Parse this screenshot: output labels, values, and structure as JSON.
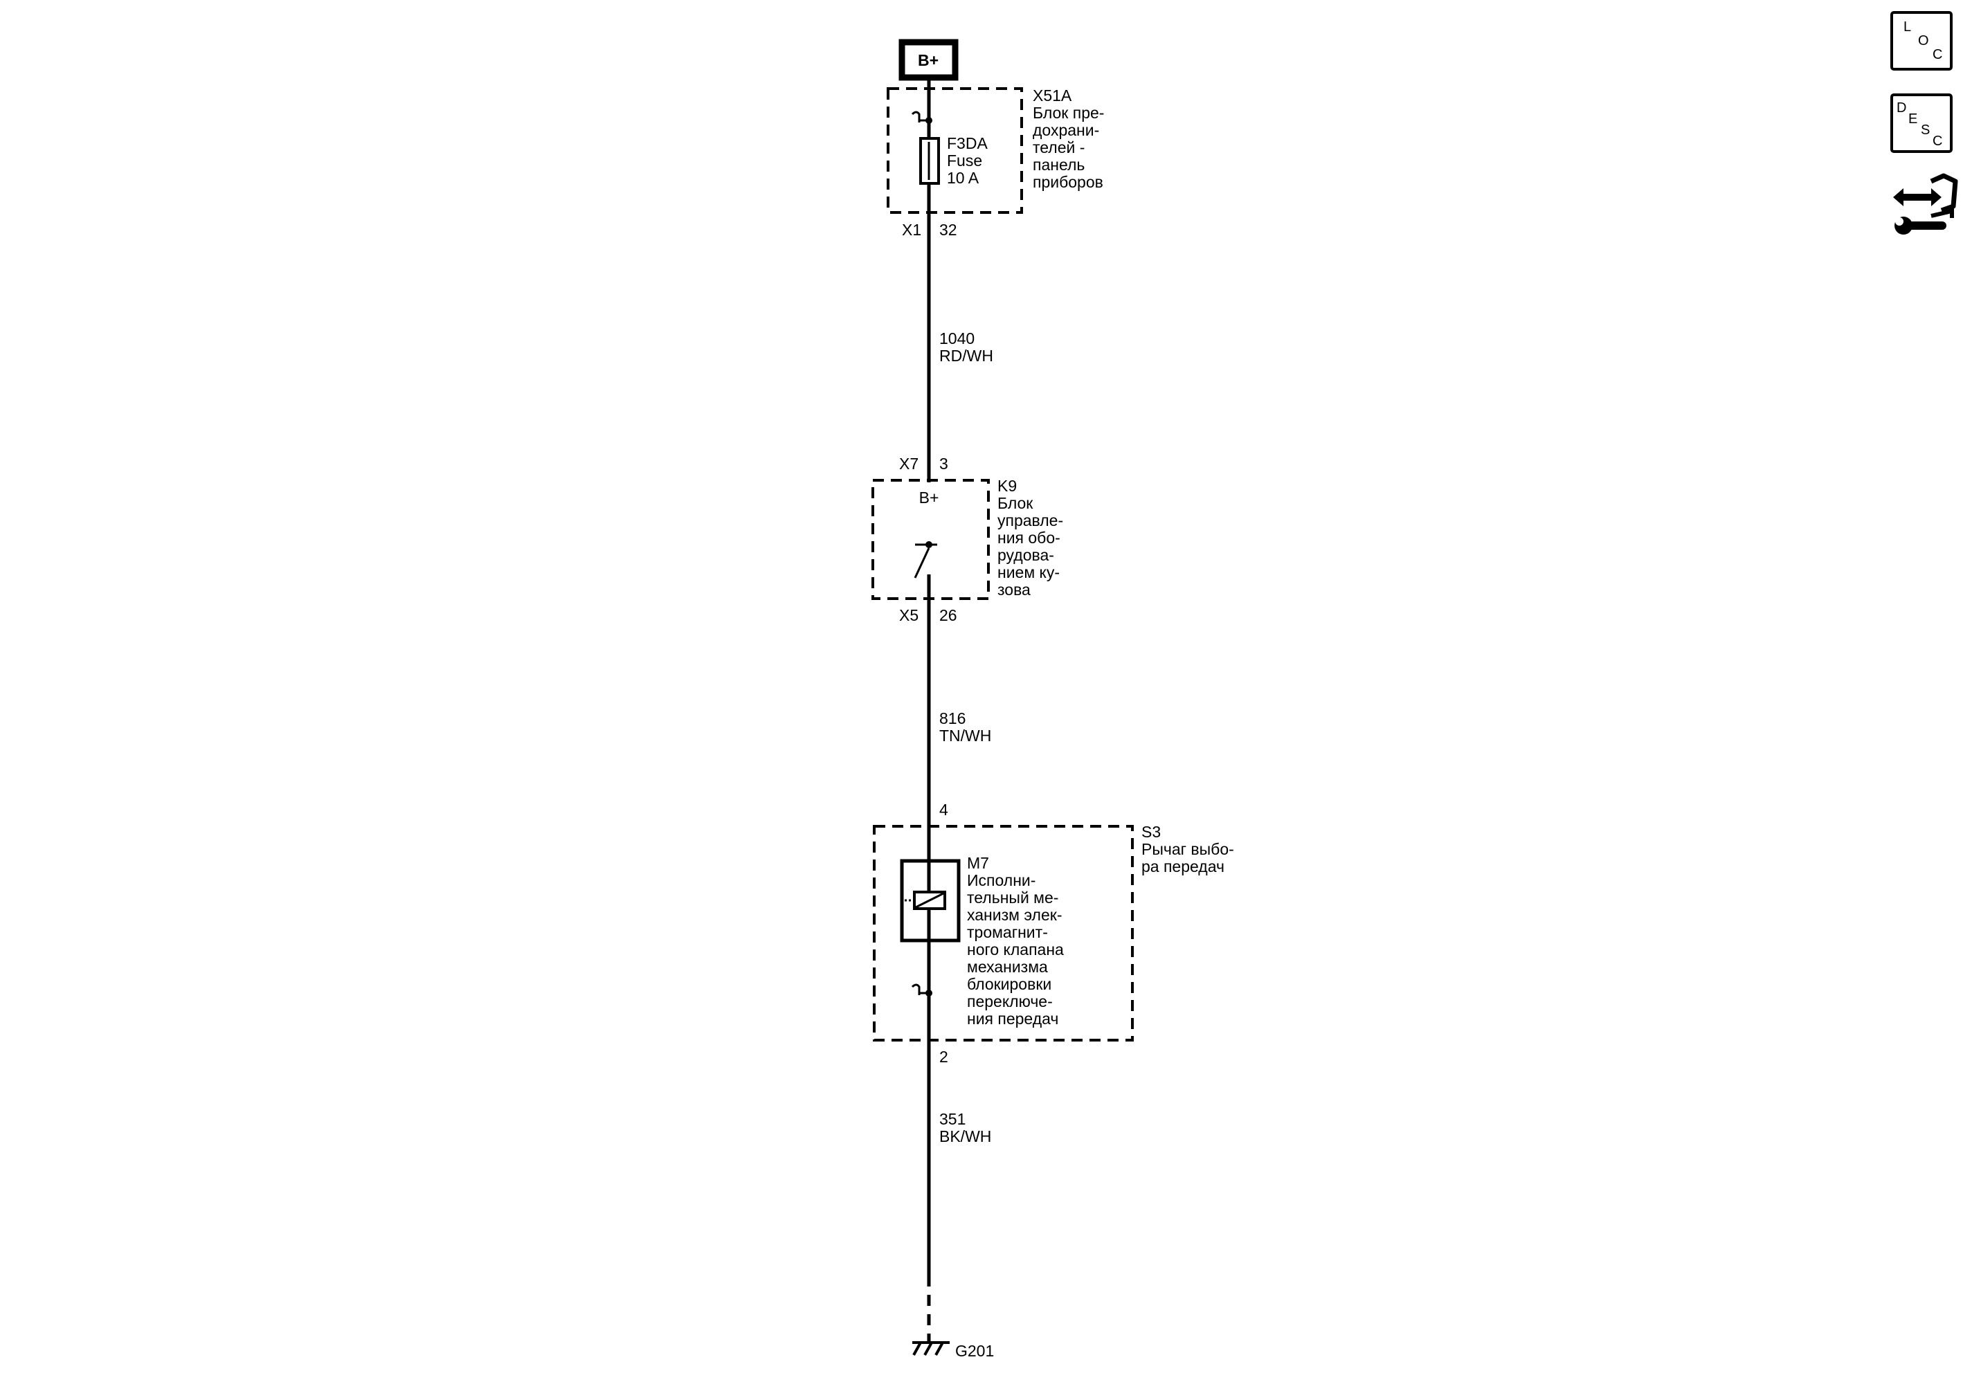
{
  "power_source": {
    "label": "B+"
  },
  "fuse_block": {
    "id": "X51A",
    "name_lines": [
      "Блок пре-",
      "дохрани-",
      "телей -",
      "панель",
      "приборов"
    ],
    "fuse_lines": [
      "F3DA",
      "Fuse",
      "10 A"
    ],
    "out_connector": "X1",
    "out_pin": "32"
  },
  "wire_1": {
    "circuit": "1040",
    "color": "RD/WH"
  },
  "bcm": {
    "id": "K9",
    "name_lines": [
      "Блок",
      "управле-",
      "ния обо-",
      "рудова-",
      "нием ку-",
      "зова"
    ],
    "in_connector": "X7",
    "in_pin": "3",
    "supply_label": "B+",
    "out_connector": "X5",
    "out_pin": "26"
  },
  "wire_2": {
    "circuit": "816",
    "color": "TN/WH"
  },
  "shifter": {
    "id": "S3",
    "name_lines": [
      "Рычаг выбо-",
      "ра передач"
    ],
    "in_pin": "4",
    "out_pin": "2",
    "actuator": {
      "id": "M7",
      "name_lines": [
        "Исполни-",
        "тельный ме-",
        "ханизм элек-",
        "тромагнит-",
        "ного клапана",
        "механизма",
        "блокировки",
        "переключе-",
        "ния передач"
      ]
    }
  },
  "wire_3": {
    "circuit": "351",
    "color": "BK/WH"
  },
  "ground": {
    "id": "G201"
  },
  "side_icons": {
    "loc": [
      "L",
      "O",
      "C"
    ],
    "desc": [
      "D",
      "E",
      "S",
      "C"
    ],
    "tool_icon": "wrench-arrow-icon"
  }
}
